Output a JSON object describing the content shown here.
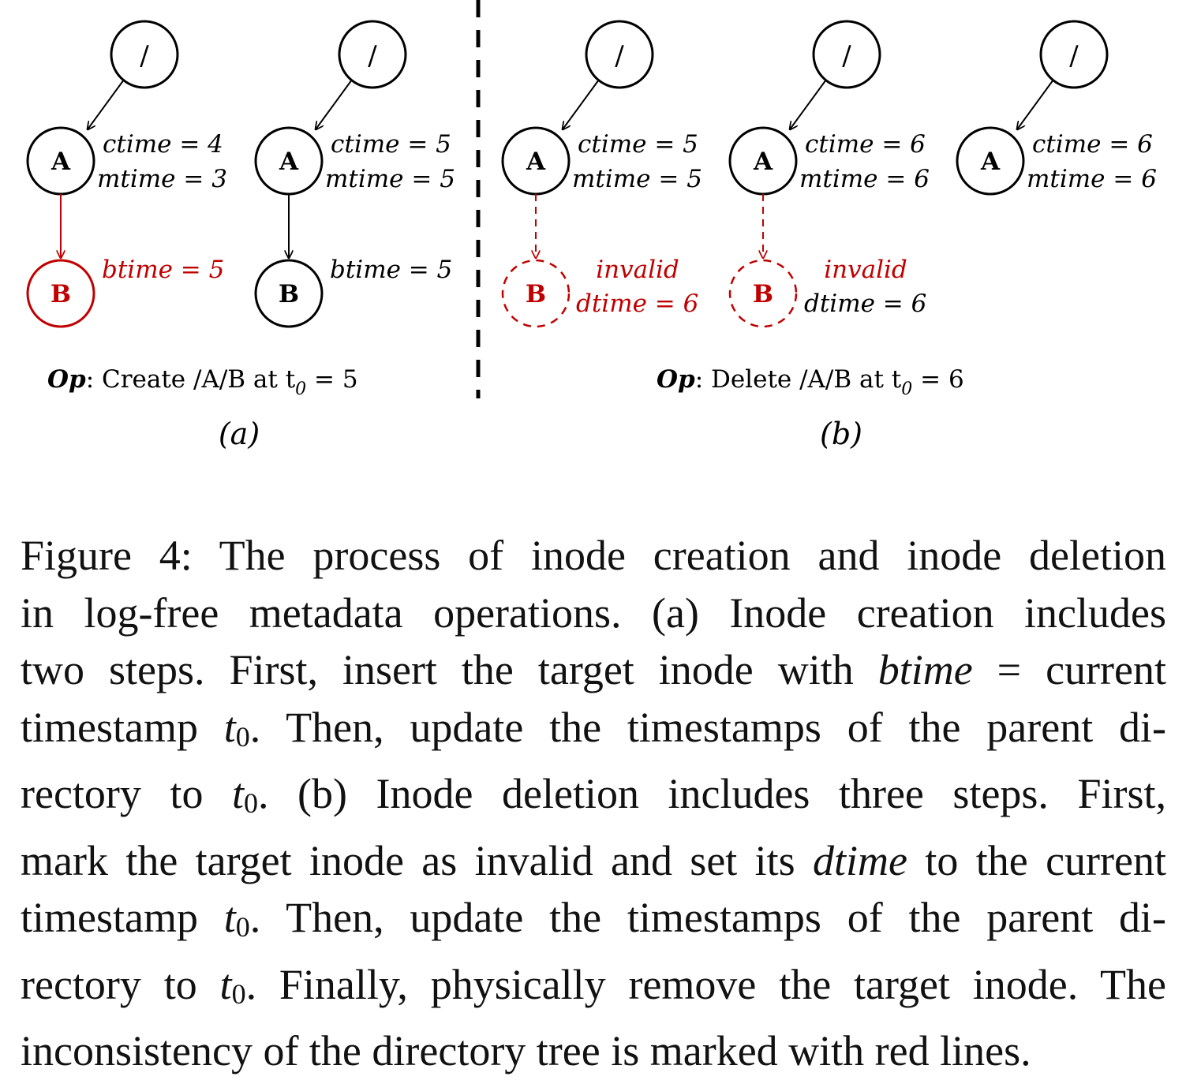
{
  "colors": {
    "ink": "#000000",
    "inconsistent": "#c00000"
  },
  "panel_a": {
    "op_prefix": "Op",
    "op_text": ": Create /A/B  at t",
    "op_sub": "0",
    "op_suffix": " = 5",
    "label": "(a)",
    "states": [
      {
        "root": "/",
        "dir": "A",
        "ctime": "ctime = 4",
        "mtime": "mtime = 3",
        "child": "B",
        "child_attr": "btime = 5",
        "child_state": "inconsistent-red"
      },
      {
        "root": "/",
        "dir": "A",
        "ctime": "ctime = 5",
        "mtime": "mtime = 5",
        "child": "B",
        "child_attr": "btime = 5",
        "child_state": "normal"
      }
    ]
  },
  "panel_b": {
    "op_prefix": "Op",
    "op_text": ": Delete /A/B  at t",
    "op_sub": "0",
    "op_suffix": " = 6",
    "label": "(b)",
    "states": [
      {
        "root": "/",
        "dir": "A",
        "ctime": "ctime = 5",
        "mtime": "mtime = 5",
        "child": "B",
        "child_attr_1": "invalid",
        "child_attr_2": "dtime = 6",
        "child_state": "invalid-red-dashed"
      },
      {
        "root": "/",
        "dir": "A",
        "ctime": "ctime = 6",
        "mtime": "mtime = 6",
        "child": "B",
        "child_attr_1": "invalid",
        "child_attr_2": "dtime = 6",
        "child_state": "invalid-red-dashed"
      },
      {
        "root": "/",
        "dir": "A",
        "ctime": "ctime = 6",
        "mtime": "mtime = 6",
        "child": "",
        "child_state": "removed"
      }
    ]
  },
  "caption": {
    "l1": "Figure 4:  The process of inode creation and inode deletion",
    "l2": "in log-free metadata operations. (a) Inode creation includes",
    "l3_a": "two steps. First, insert the target inode with ",
    "l3_em": "btime",
    "l3_b": " = current",
    "l4_a": "timestamp ",
    "l4_t": "t",
    "l4_sub": "0",
    "l4_b": ". Then, update the timestamps of the parent di-",
    "l5_a": "rectory to ",
    "l5_t": "t",
    "l5_sub": "0",
    "l5_b": ". (b) Inode deletion includes three steps. First,",
    "l6_a": "mark the target inode as invalid and set its ",
    "l6_em": "dtime",
    "l6_b": " to the current",
    "l7_a": "timestamp ",
    "l7_t": "t",
    "l7_sub": "0",
    "l7_b": ". Then, update the timestamps of the parent di-",
    "l8_a": "rectory to ",
    "l8_t": "t",
    "l8_sub": "0",
    "l8_b": ". Finally, physically remove the target inode. The",
    "l9": "inconsistency of the directory tree is marked with red lines."
  }
}
